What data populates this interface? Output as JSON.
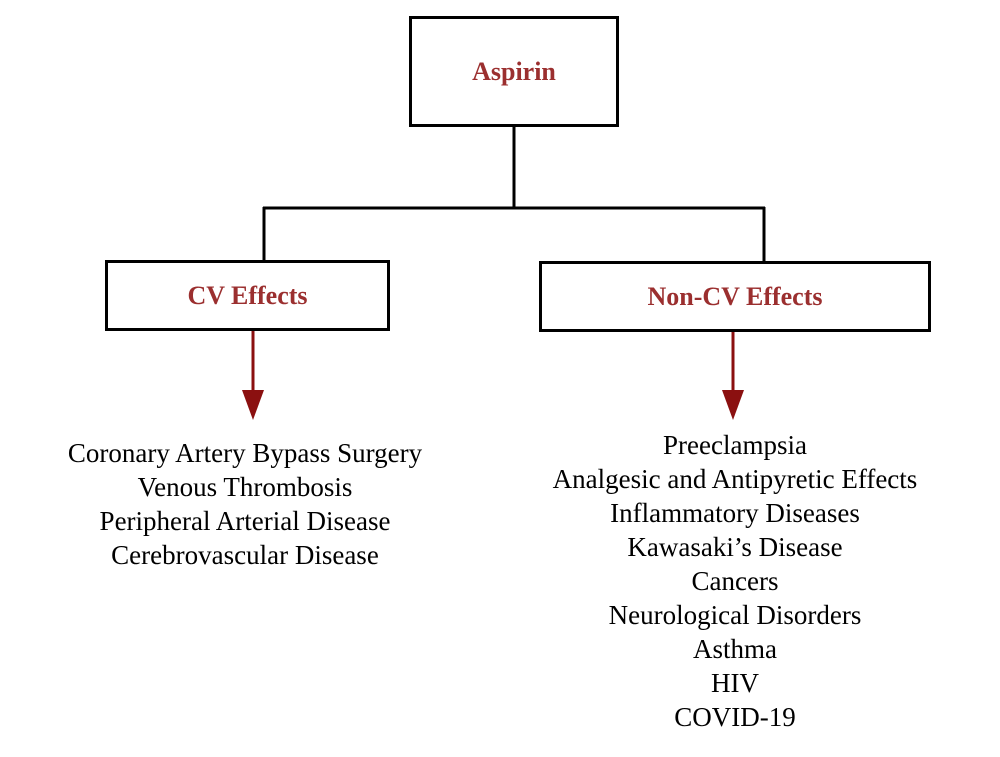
{
  "colors": {
    "label": "#9b2f2f",
    "arrow": "#8b1010",
    "line": "#000000",
    "text": "#000000"
  },
  "root": {
    "label": "Aspirin"
  },
  "branches": [
    {
      "label": "CV Effects",
      "items": [
        "Coronary Artery Bypass Surgery",
        "Venous Thrombosis",
        "Peripheral Arterial Disease",
        "Cerebrovascular Disease"
      ]
    },
    {
      "label": "Non-CV Effects",
      "items": [
        "Preeclampsia",
        "Analgesic and Antipyretic Effects",
        "Inflammatory Diseases",
        "Kawasaki’s Disease",
        "Cancers",
        "Neurological Disorders",
        "Asthma",
        "HIV",
        "COVID-19"
      ]
    }
  ]
}
